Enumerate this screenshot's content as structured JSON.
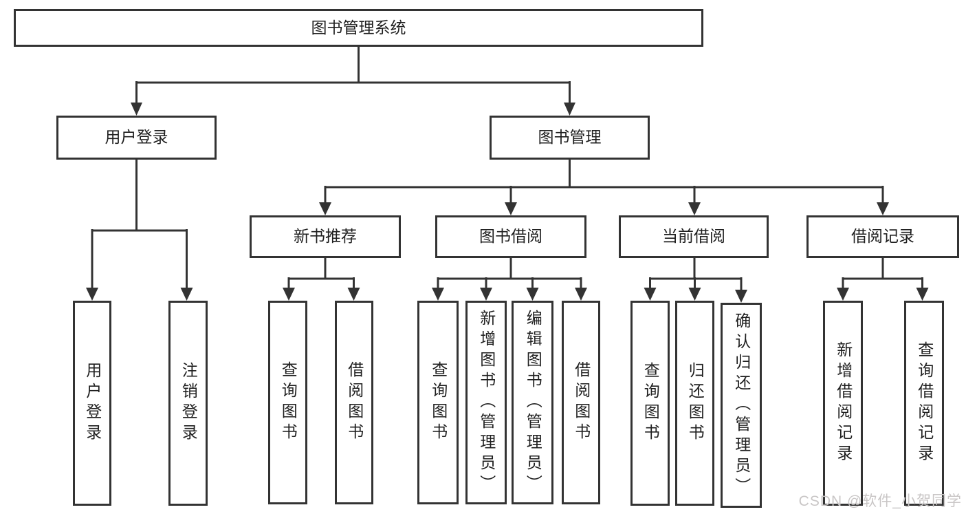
{
  "nodes": {
    "root": "图书管理系统",
    "user_login": "用户登录",
    "book_management": "图书管理",
    "new_book_recommend": "新书推荐",
    "book_borrow": "图书借阅",
    "current_borrow": "当前借阅",
    "borrow_record": "借阅记录",
    "leaf_user_login": "用户登录",
    "leaf_logout_login": "注销登录",
    "leaf_rec_query_book": "查询图书",
    "leaf_rec_borrow_book": "借阅图书",
    "leaf_bor_query_book": "查询图书",
    "leaf_bor_add_book": "新增图书（管理员）",
    "leaf_bor_edit_book": "编辑图书（管理员）",
    "leaf_bor_borrow_book": "借阅图书",
    "leaf_cur_query_book": "查询图书",
    "leaf_cur_return_book": "归还图书",
    "leaf_cur_confirm_return": "确认归还（管理员）",
    "leaf_record_add": "新增借阅记录",
    "leaf_record_query": "查询借阅记录"
  },
  "watermark": "CSDN @软件_小贺同学",
  "colors": {
    "line": "#333333",
    "text": "#1f1f1f",
    "watermark": "#c9c6c6",
    "background": "#ffffff"
  }
}
